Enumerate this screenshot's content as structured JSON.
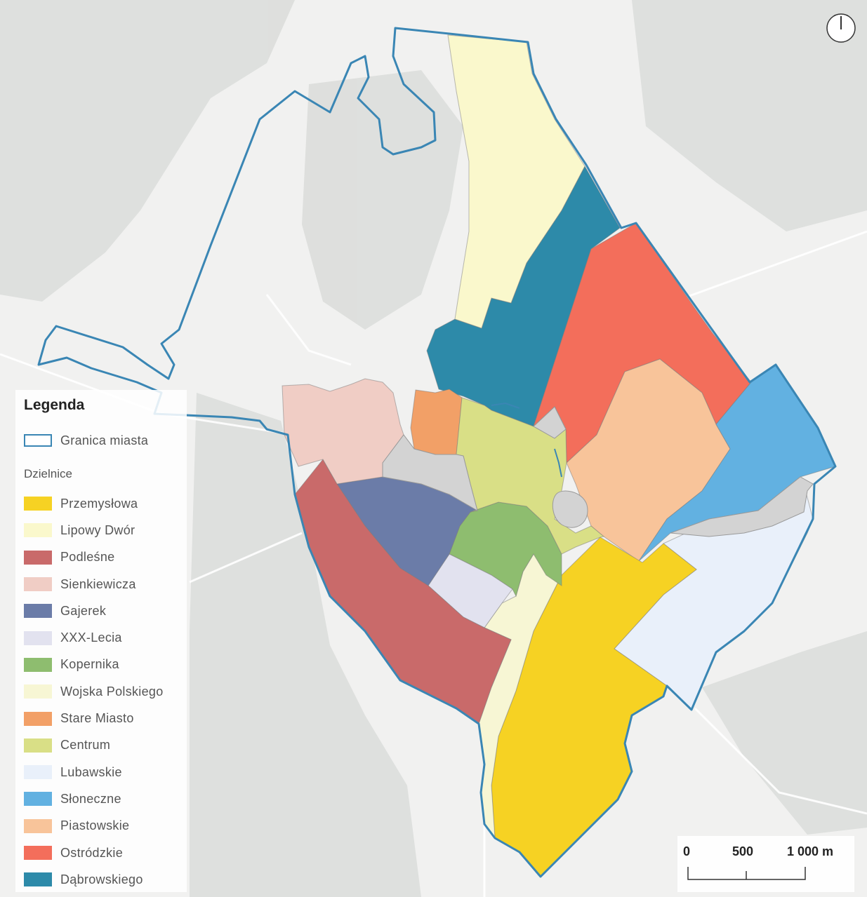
{
  "legend": {
    "title": "Legenda",
    "boundary_label": "Granica miasta",
    "boundary_color": "#3a86b4",
    "districts_title": "Dzielnice",
    "items": [
      {
        "label": "Przemysłowa",
        "color": "#f6d223"
      },
      {
        "label": "Lipowy Dwór",
        "color": "#faf8cc"
      },
      {
        "label": "Podleśne",
        "color": "#c96a6a"
      },
      {
        "label": "Sienkiewicza",
        "color": "#f0cdc5"
      },
      {
        "label": "Gajerek",
        "color": "#6b7ca8"
      },
      {
        "label": "XXX-Lecia",
        "color": "#e2e2ef"
      },
      {
        "label": "Kopernika",
        "color": "#8ebd6f"
      },
      {
        "label": "Wojska Polskiego",
        "color": "#f7f6d4"
      },
      {
        "label": "Stare Miasto",
        "color": "#f2a067"
      },
      {
        "label": "Centrum",
        "color": "#d9df86"
      },
      {
        "label": "Lubawskie",
        "color": "#e9f0fa"
      },
      {
        "label": "Słoneczne",
        "color": "#62b1e1"
      },
      {
        "label": "Piastowskie",
        "color": "#f8c49a"
      },
      {
        "label": "Ostródzkie",
        "color": "#f36e5b"
      },
      {
        "label": "Dąbrowskiego",
        "color": "#2d8aa9"
      }
    ]
  },
  "scale": {
    "labels": [
      "0",
      "500",
      "1 000 m"
    ]
  },
  "north_arrow": {
    "icon": "north-arrow-icon"
  }
}
